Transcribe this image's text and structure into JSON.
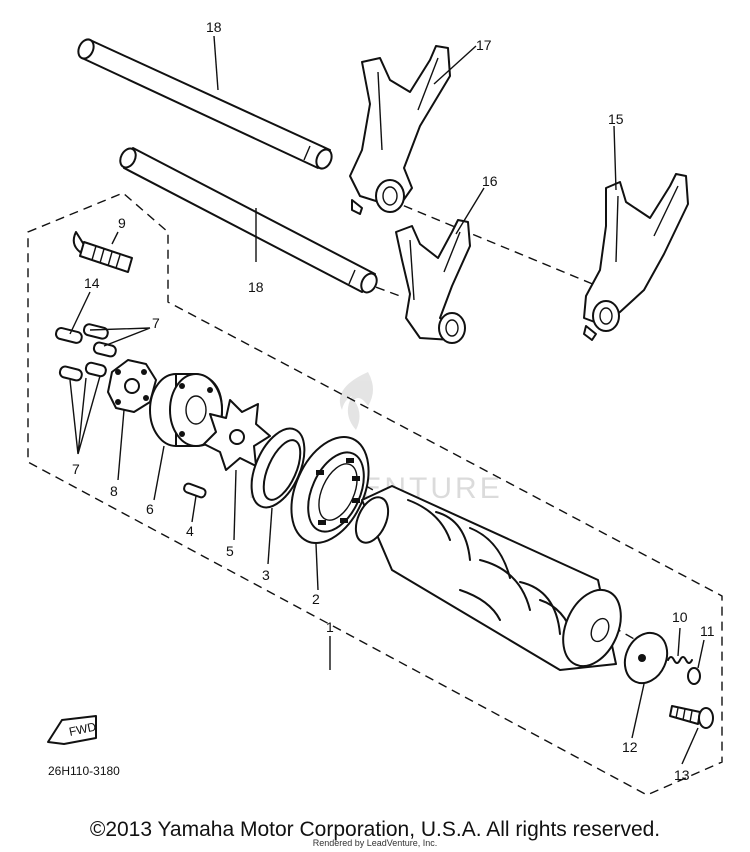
{
  "diagram_code": "26H110-3180",
  "fwd_label": "FWD",
  "watermark": "LEADVENTURE",
  "copyright": "©2013 Yamaha Motor Corporation, U.S.A. All rights reserved.",
  "rendered_by": "Rendered by LeadVenture, Inc.",
  "callouts": {
    "n1": "1",
    "n2": "2",
    "n3": "3",
    "n4": "4",
    "n5": "5",
    "n6": "6",
    "n7a": "7",
    "n7b": "7",
    "n8": "8",
    "n9": "9",
    "n10": "10",
    "n11": "11",
    "n12": "12",
    "n13": "13",
    "n14": "14",
    "n15": "15",
    "n16": "16",
    "n17": "17",
    "n18a": "18",
    "n18b": "18"
  }
}
